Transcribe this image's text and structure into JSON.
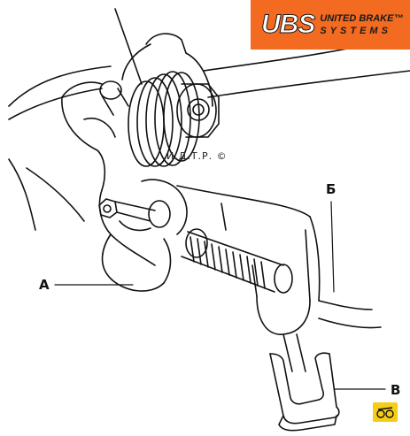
{
  "brand": {
    "mark": "UBS",
    "line1": "UNITED BRAKE™",
    "line2": "SYSTEMS",
    "color": "#f36a21"
  },
  "watermark": "И.Д.Т.Р. ©",
  "callouts": {
    "a": "А",
    "b": "Б",
    "v": "В"
  },
  "badge_icon": "brake-shoe-icon"
}
